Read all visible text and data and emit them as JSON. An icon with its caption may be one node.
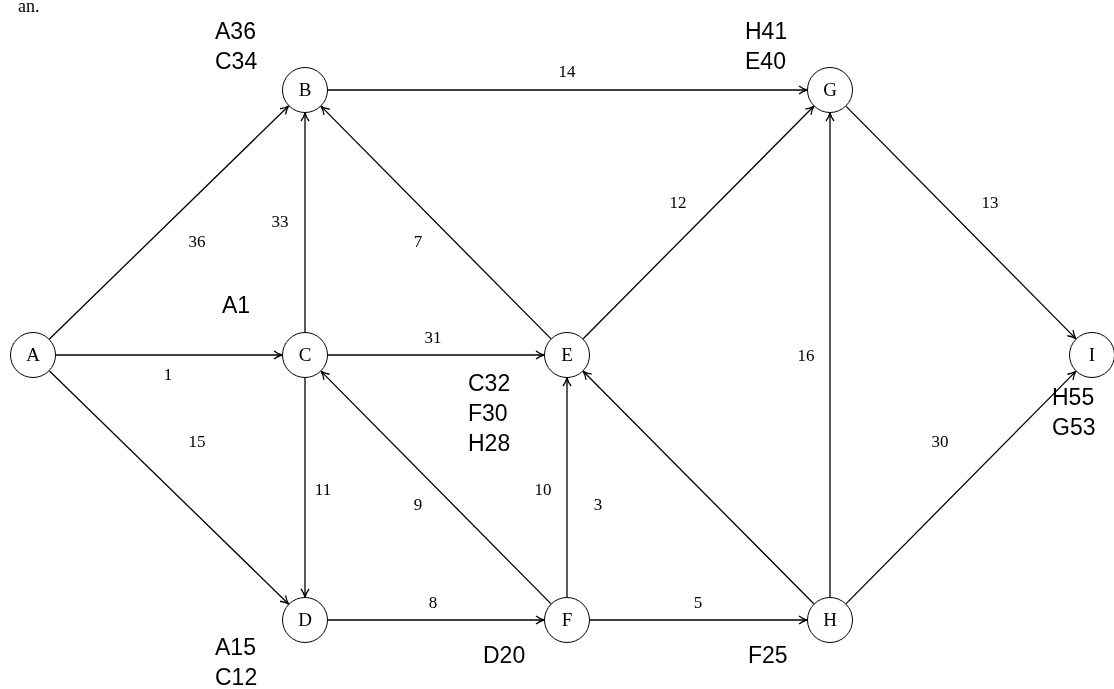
{
  "diagram": {
    "nodes": [
      {
        "text": [
          "A"
        ]
      },
      {
        "text": [
          "B"
        ],
        "beside": [
          "A36",
          "C34"
        ]
      },
      {
        "text": [
          "C"
        ],
        "beside": [
          "A1"
        ]
      },
      {
        "text": [
          "D"
        ],
        "beside": [
          "A15",
          "C12"
        ]
      },
      {
        "text": [
          "E"
        ],
        "beside": [
          "C32",
          "F30",
          "H28"
        ]
      },
      {
        "text": [
          "F"
        ],
        "beside": [
          "D20"
        ]
      },
      {
        "text": [
          "G"
        ],
        "beside": [
          "H41",
          "E40"
        ]
      },
      {
        "text": [
          "H"
        ],
        "beside": [
          "F25"
        ]
      },
      {
        "text": [
          "I"
        ],
        "beside": [
          "H55",
          "G53"
        ]
      }
    ],
    "edges": [
      {
        "from": 0,
        "to": 1,
        "arrow": "to",
        "label": "36"
      },
      {
        "from": 0,
        "to": 2,
        "arrow": "to",
        "label": "1"
      },
      {
        "from": 0,
        "to": 3,
        "arrow": "to",
        "label": "15"
      },
      {
        "from": 1,
        "to": 6,
        "arrow": "to",
        "label": "14"
      },
      {
        "from": 2,
        "to": 1,
        "arrow": "to",
        "label": "33"
      },
      {
        "from": 4,
        "to": 1,
        "arrow": "to",
        "label": "7"
      },
      {
        "from": 2,
        "to": 4,
        "arrow": "to",
        "label": "31"
      },
      {
        "from": 2,
        "to": 3,
        "arrow": "to",
        "label": "11"
      },
      {
        "from": 5,
        "to": 2,
        "arrow": "to",
        "label": "9"
      },
      {
        "from": 5,
        "to": 4,
        "arrow": "to",
        "label": "10"
      },
      {
        "from": 3,
        "to": 5,
        "arrow": "to",
        "label": "8"
      },
      {
        "from": 5,
        "to": 7,
        "arrow": "to",
        "label": "5"
      },
      {
        "from": 7,
        "to": 4,
        "arrow": "to",
        "label": "3"
      },
      {
        "from": 4,
        "to": 6,
        "arrow": "to",
        "label": "12"
      },
      {
        "from": 7,
        "to": 6,
        "arrow": "to",
        "label": "16"
      },
      {
        "from": 6,
        "to": 8,
        "arrow": "to",
        "label": "13"
      },
      {
        "from": 7,
        "to": 8,
        "arrow": "to",
        "label": "30"
      }
    ],
    "labels": [
      "an."
    ]
  }
}
